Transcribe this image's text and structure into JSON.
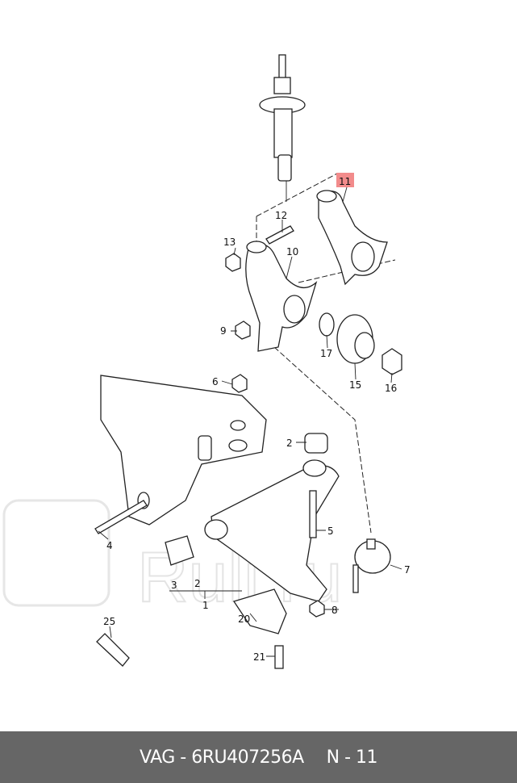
{
  "watermark": "Ruli.ru",
  "highlight_color": "#f28b8b",
  "footer": {
    "brand_part": "VAG - 6RU407256A",
    "position": "N - 11"
  },
  "callouts": {
    "c11": "11",
    "c12": "12",
    "c13": "13",
    "c10": "10",
    "c9": "9",
    "c17": "17",
    "c15": "15",
    "c16": "16",
    "c6": "6",
    "c2a": "2",
    "c4": "4",
    "c5": "5",
    "c7": "7",
    "c3": "3",
    "c2b": "2",
    "c1": "1",
    "c8": "8",
    "c20": "20",
    "c25": "25",
    "c21": "21"
  },
  "highlighted_callout": "11"
}
